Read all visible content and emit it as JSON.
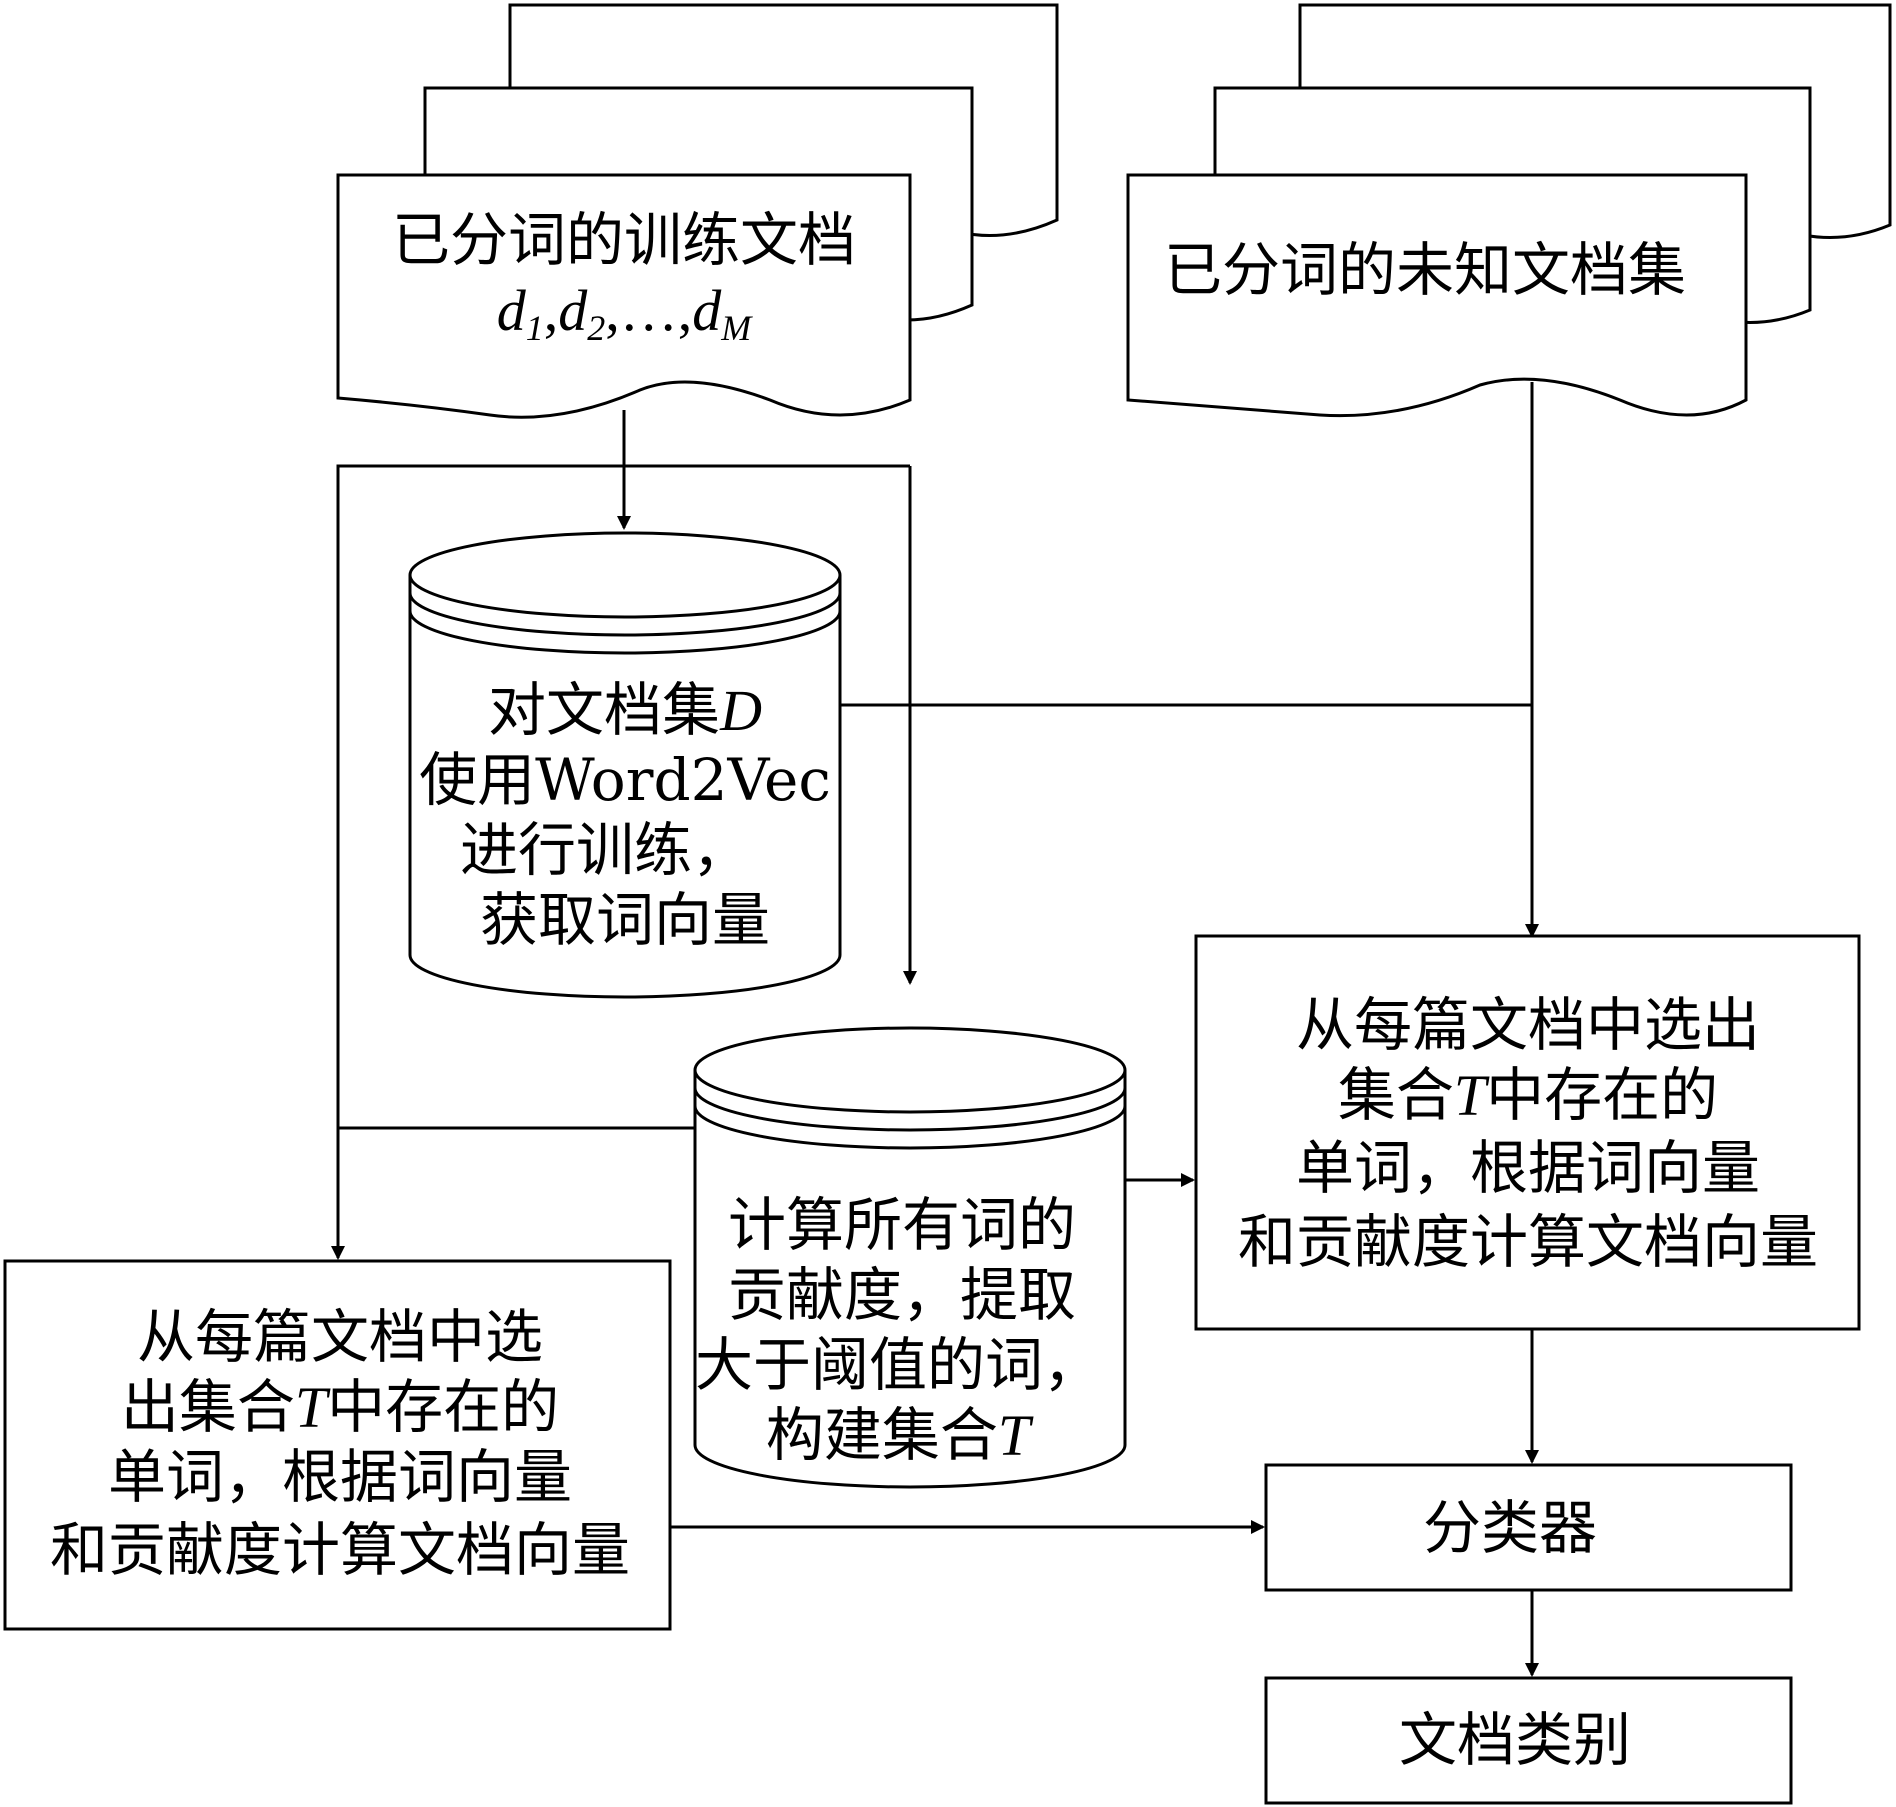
{
  "nodes": {
    "train_docs": {
      "line1": "已分词的训练文档",
      "var": "d",
      "sub1": "1",
      "sub2": "2",
      "subM": "M",
      "sep": ",",
      "ellipsis": "…"
    },
    "unknown_docs": {
      "line1": "已分词的未知文档集"
    },
    "word2vec": {
      "l1": "对文档集",
      "l1_var": "D",
      "l2": "使用Word2Vec",
      "l3": "进行训练，",
      "l4": "获取词向量"
    },
    "contribution": {
      "l1": "计算所有词的",
      "l2": "贡献度，提取",
      "l3": "大于阈值的词，",
      "l4": "构建集合",
      "l4_var": "T"
    },
    "doc_vec_right": {
      "l1": "从每篇文档中选出",
      "l2a": "集合",
      "l2_var": "T",
      "l2b": "中存在的",
      "l3": "单词，根据词向量",
      "l4": "和贡献度计算文档向量"
    },
    "doc_vec_left": {
      "l1": "从每篇文档中选",
      "l2a": "出集合",
      "l2_var": "T",
      "l2b": "中存在的",
      "l3": "单词，根据词向量",
      "l4": "和贡献度计算文档向量"
    },
    "classifier": {
      "label": "分类器"
    },
    "doc_class": {
      "label": "文档类别"
    }
  }
}
